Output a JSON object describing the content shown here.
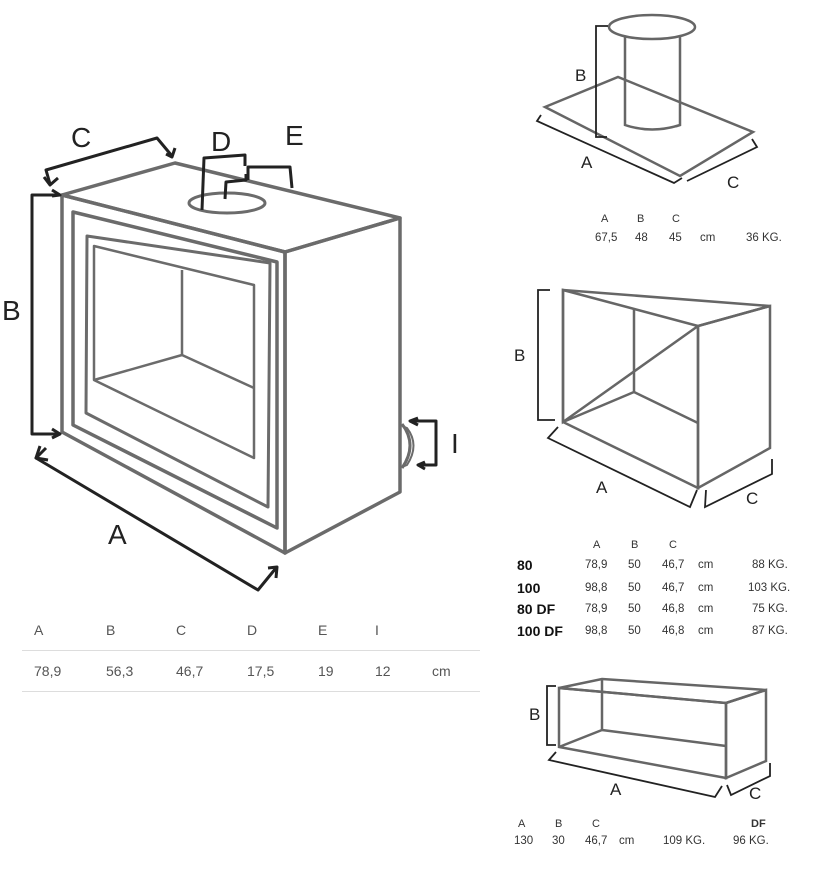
{
  "main_diagram": {
    "labels": {
      "A": "A",
      "B": "B",
      "C": "C",
      "D": "D",
      "E": "E",
      "I": "I"
    },
    "table": {
      "headers": [
        "A",
        "B",
        "C",
        "D",
        "E",
        "I"
      ],
      "values": [
        "78,9",
        "56,3",
        "46,7",
        "17,5",
        "19",
        "12"
      ],
      "unit": "cm"
    }
  },
  "model_top": {
    "labels": {
      "A": "A",
      "B": "B",
      "C": "C"
    },
    "headers": [
      "A",
      "B",
      "C"
    ],
    "values": [
      "67,5",
      "48",
      "45"
    ],
    "unit": "cm",
    "weight": "36 KG."
  },
  "model_mid": {
    "labels": {
      "A": "A",
      "B": "B",
      "C": "C"
    },
    "headers": [
      "A",
      "B",
      "C"
    ],
    "rows": [
      {
        "name": "80",
        "a": "78,9",
        "b": "50",
        "c": "46,7",
        "unit": "cm",
        "weight": "88 KG."
      },
      {
        "name": "100",
        "a": "98,8",
        "b": "50",
        "c": "46,7",
        "unit": "cm",
        "weight": "103 KG."
      },
      {
        "name": "80 DF",
        "a": "78,9",
        "b": "50",
        "c": "46,8",
        "unit": "cm",
        "weight": "75 KG."
      },
      {
        "name": "100 DF",
        "a": "98,8",
        "b": "50",
        "c": "46,8",
        "unit": "cm",
        "weight": "87 KG."
      }
    ]
  },
  "model_bottom": {
    "labels": {
      "A": "A",
      "B": "B",
      "C": "C"
    },
    "headers": [
      "A",
      "B",
      "C"
    ],
    "df_label": "DF",
    "values": [
      "130",
      "30",
      "46,7"
    ],
    "unit": "cm",
    "weight": "109 KG.",
    "df_weight": "96 KG."
  }
}
